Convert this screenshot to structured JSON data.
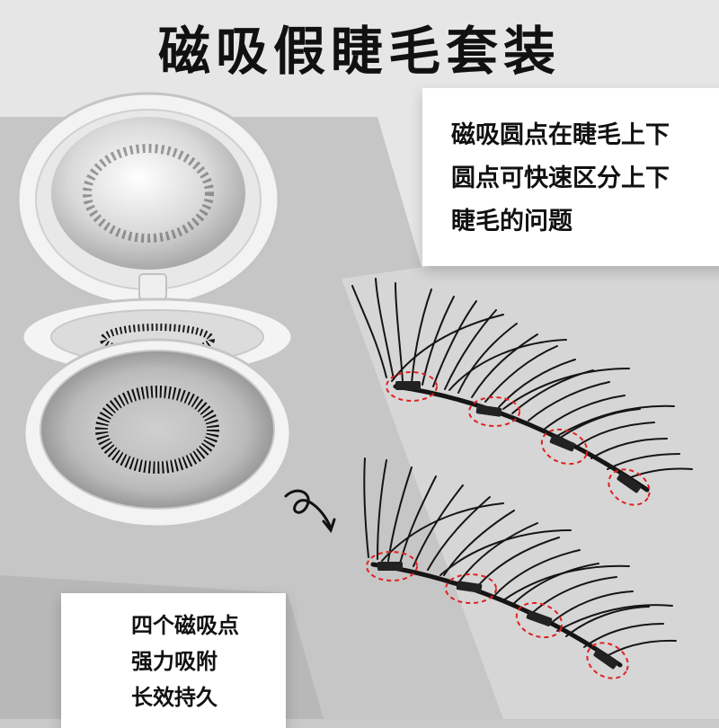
{
  "title": "磁吸假睫毛套装",
  "feature_card": {
    "lines": [
      "磁吸圆点在睫毛上下",
      "圆点可快速区分上下",
      "睫毛的问题"
    ]
  },
  "benefit_card": {
    "lines": [
      "四个磁吸点",
      "强力吸附",
      "长效持久"
    ]
  },
  "colors": {
    "background": "#c9c9c9",
    "background_light": "#e4e4e4",
    "card": "#ffffff",
    "highlight_circle": "#e02020",
    "case": "#f2f2f2"
  }
}
